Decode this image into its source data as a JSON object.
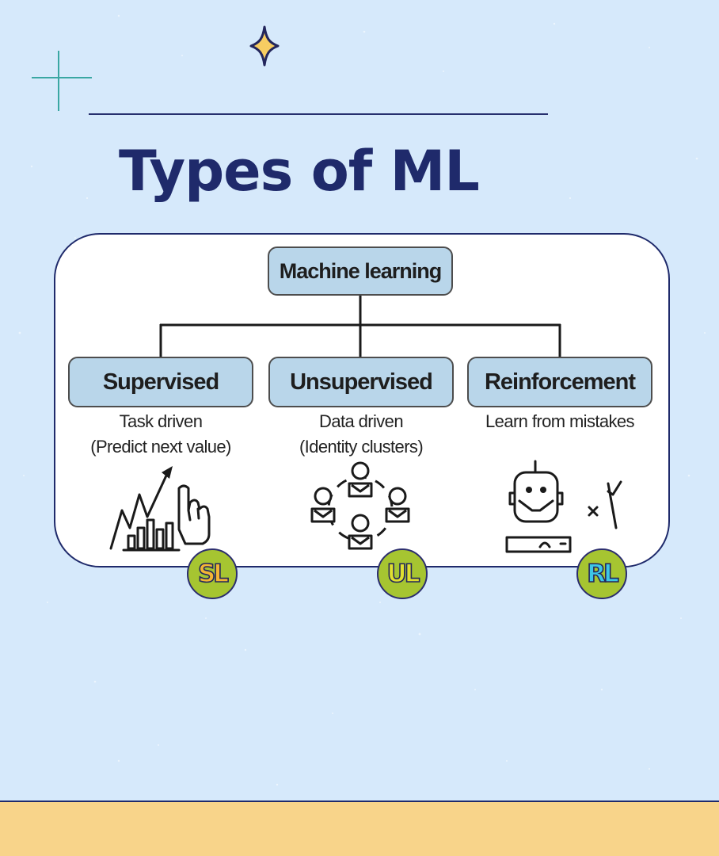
{
  "page": {
    "title": "Types of ML",
    "colors": {
      "background": "#d6e9fb",
      "title": "#1f2a6b",
      "node_fill": "#b9d6ea",
      "badge_fill": "#a6c531",
      "footer": "#f8d48a"
    }
  },
  "diagram": {
    "root": {
      "label": "Machine learning"
    },
    "branches": [
      {
        "label": "Supervised",
        "desc": [
          "Task driven",
          "(Predict next value)"
        ],
        "icon": "chart-trend-icon",
        "badge": "SL",
        "badge_color": "#f3b534"
      },
      {
        "label": "Unsupervised",
        "desc": [
          "Data driven",
          "(Identity clusters)"
        ],
        "icon": "people-cluster-icon",
        "badge": "UL",
        "badge_color": "#e0e030"
      },
      {
        "label": "Reinforcement",
        "desc": [
          "Learn from mistakes"
        ],
        "icon": "robot-icon",
        "badge": "RL",
        "badge_color": "#3dc7e6"
      }
    ]
  }
}
